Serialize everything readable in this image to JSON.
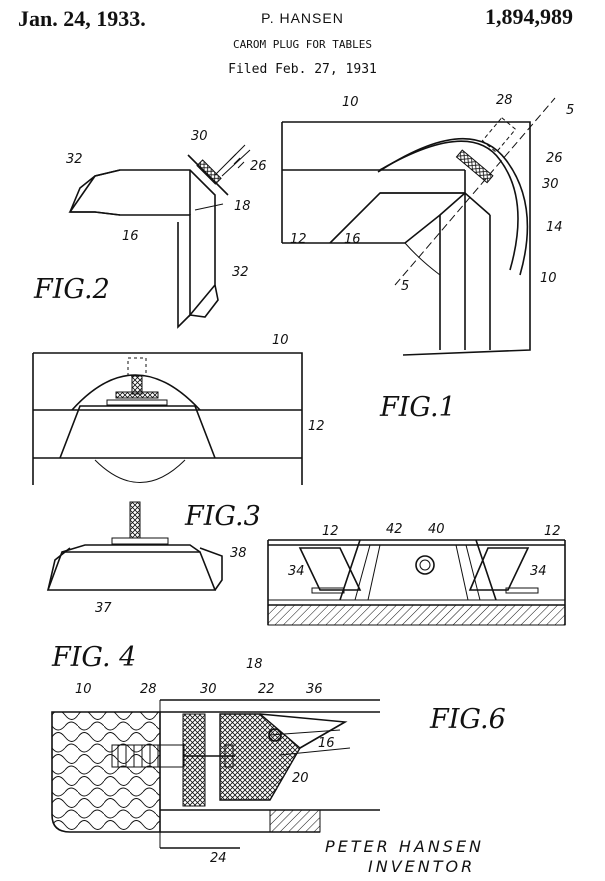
{
  "header": {
    "date": "Jan. 24, 1933.",
    "inventor": "P. HANSEN",
    "patent_number": "1,894,989",
    "title": "CAROM PLUG FOR TABLES",
    "filed": "Filed Feb. 27, 1931"
  },
  "figures": {
    "fig1": "FIG.1",
    "fig2": "FIG.2",
    "fig3": "FIG.3",
    "fig4": "FIG. 4",
    "fig6": "FIG.6"
  },
  "refs": {
    "fig2": [
      "32",
      "30",
      "26",
      "18",
      "16",
      "32"
    ],
    "fig1": [
      "10",
      "28",
      "5",
      "26",
      "30",
      "14",
      "12",
      "16",
      "5",
      "10"
    ],
    "fig3": [
      "10",
      "12"
    ],
    "fig4": [
      "38",
      "37"
    ],
    "fig5": [
      "12",
      "42",
      "40",
      "12",
      "34",
      "34"
    ],
    "fig6": [
      "10",
      "28",
      "30",
      "18",
      "22",
      "36",
      "16",
      "20",
      "24"
    ]
  },
  "signature": {
    "line1": "PETER HANSEN",
    "line2": "INVENTOR"
  }
}
